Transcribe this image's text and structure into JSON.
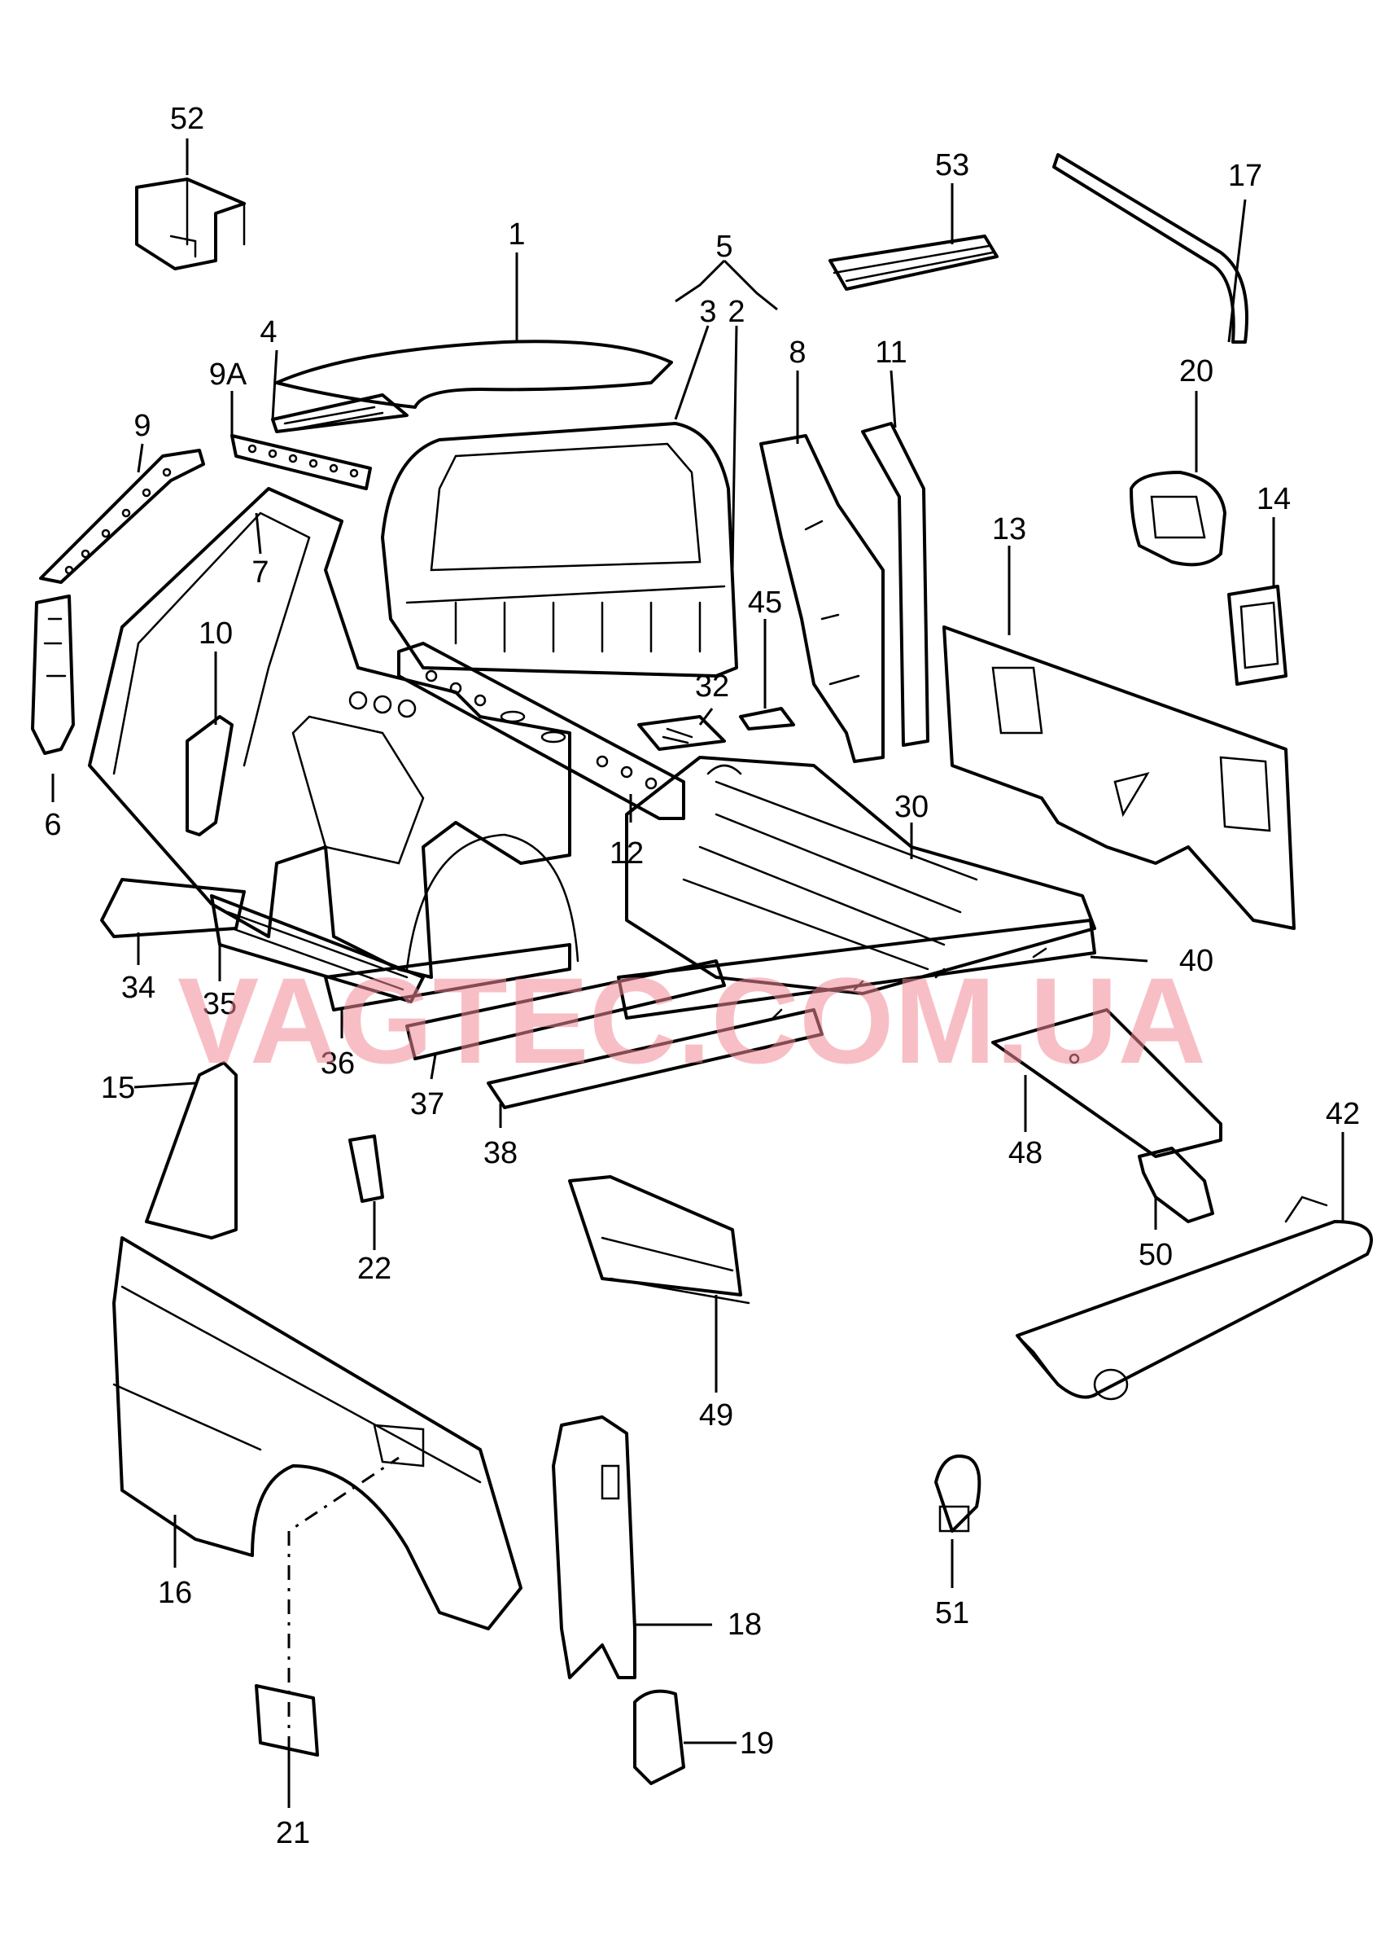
{
  "watermark": {
    "text": "VAGTEC.COM.UA",
    "color": "#f08a96"
  },
  "callouts": {
    "c1": "1",
    "c2": "2",
    "c3": "3",
    "c4": "4",
    "c5": "5",
    "c6": "6",
    "c7": "7",
    "c8": "8",
    "c9": "9",
    "c9a": "9A",
    "c10": "10",
    "c11": "11",
    "c12": "12",
    "c13": "13",
    "c14": "14",
    "c15": "15",
    "c16": "16",
    "c17": "17",
    "c18": "18",
    "c19": "19",
    "c20": "20",
    "c21": "21",
    "c22": "22",
    "c30": "30",
    "c32": "32",
    "c34": "34",
    "c35": "35",
    "c36": "36",
    "c37": "37",
    "c38": "38",
    "c40": "40",
    "c42": "42",
    "c45": "45",
    "c48": "48",
    "c49": "49",
    "c50": "50",
    "c51": "51",
    "c52": "52",
    "c53": "53"
  }
}
